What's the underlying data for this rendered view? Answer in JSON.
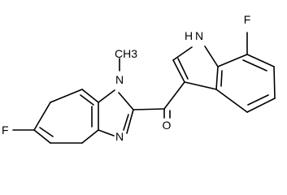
{
  "molecule": {
    "atoms": {
      "fluoro_benzimidazole": "F",
      "fluoro_indole": "F",
      "methyl": "CH3",
      "n_methyl": "N",
      "n_imidazole": "N",
      "nh_indole": "H",
      "nh_indole_n": "N",
      "carbonyl_oxygen": "O"
    }
  }
}
